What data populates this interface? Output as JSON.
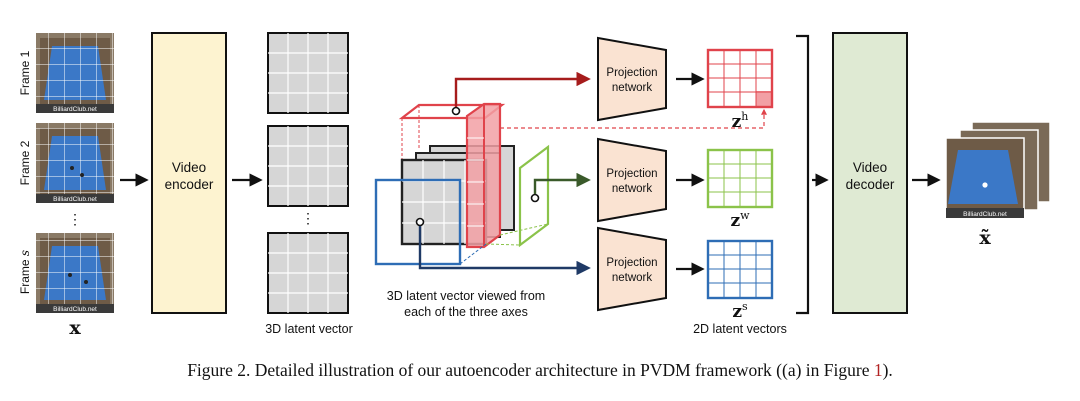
{
  "frames": {
    "labels": [
      "Frame 1",
      "Frame 2",
      "⋮",
      "Frame"
    ],
    "last_frame_var": "s",
    "watermark": "BilliardClub.net",
    "input_symbol": "x"
  },
  "encoder": {
    "line1": "Video",
    "line2": "encoder"
  },
  "latent3d": {
    "ellipsis": "⋮",
    "label": "3D latent vector"
  },
  "views": {
    "line1": "3D latent vector viewed from",
    "line2": "each of the three axes"
  },
  "projection": {
    "line1": "Projection",
    "line2": "network"
  },
  "latents2d": {
    "base": "z",
    "sup_h": "h",
    "sup_w": "w",
    "sup_s": "s",
    "label": "2D latent vectors"
  },
  "decoder": {
    "line1": "Video",
    "line2": "decoder"
  },
  "output": {
    "symbol": "x̃",
    "watermark": "BilliardClub.net"
  },
  "colors": {
    "red": "#e0434b",
    "dark_red": "#a61c1c",
    "green": "#8bc34a",
    "dark_green": "#3a5a2a",
    "blue": "#2e6db5",
    "navy": "#1f3a66",
    "encoder_fill": "#fdf3d0",
    "decoder_fill": "#dfead3",
    "projection_fill": "#fae3d2",
    "grid_fill": "#d6d6d6",
    "table_blue": "#3b78c7"
  },
  "caption": {
    "text": "Figure 2. Detailed illustration of our autoencoder architecture in PVDM framework ((a) in Figure ",
    "ref": "1",
    "tail": ")."
  }
}
